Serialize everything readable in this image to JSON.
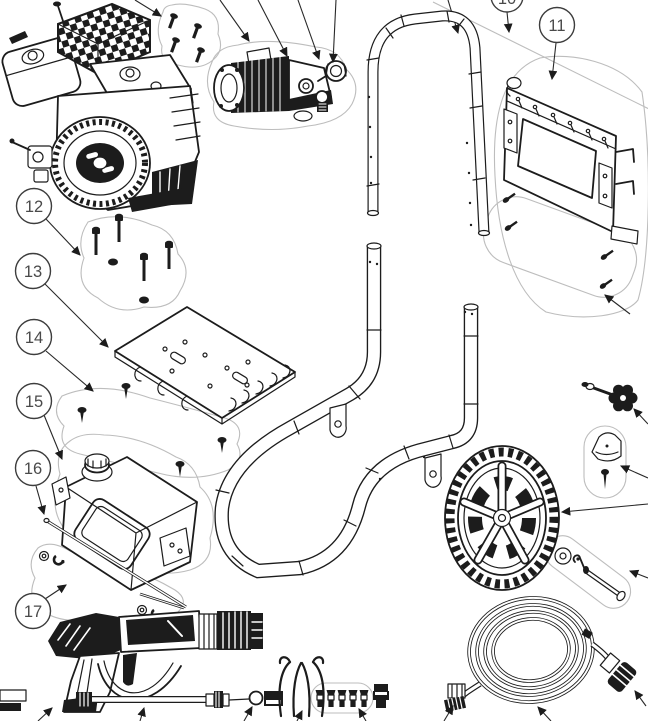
{
  "diagram": {
    "background": "#ffffff",
    "line_color": "#1c1c1c",
    "bubble_outline_color": "#bdbdbd",
    "callout_stroke_color": "#3d3d3d",
    "callout_text_color": "#4a4a4a"
  },
  "callouts": [
    {
      "label": "10",
      "part": "handle-assembly",
      "partially_visible": true
    },
    {
      "label": "11",
      "part": "accessory-panel"
    },
    {
      "label": "12",
      "part": "engine-mounting-bolts"
    },
    {
      "label": "13",
      "part": "base-plate"
    },
    {
      "label": "14",
      "part": "self-tapping-screws"
    },
    {
      "label": "15",
      "part": "detergent-tank"
    },
    {
      "label": "16",
      "part": "support-rod"
    },
    {
      "label": "17",
      "part": "tank-fasteners"
    }
  ],
  "parts_pictured": [
    "engine-assembly",
    "shaft-key",
    "engine-bolts-set",
    "pump-assembly",
    "handle-tube",
    "accessory-panel",
    "panel-screws-set",
    "frame-assembly",
    "base-plate",
    "mounting-bolts-set",
    "tapping-screws-set",
    "detergent-tank",
    "support-rod",
    "fastener-set",
    "wheel",
    "handle-knob",
    "frame-clip-and-screw",
    "axle-washer-pin-set",
    "spray-gun",
    "spray-wand",
    "siphon-ball-fitting",
    "wire-hook-tool",
    "nozzle-set",
    "quick-coupler",
    "high-pressure-hose"
  ]
}
